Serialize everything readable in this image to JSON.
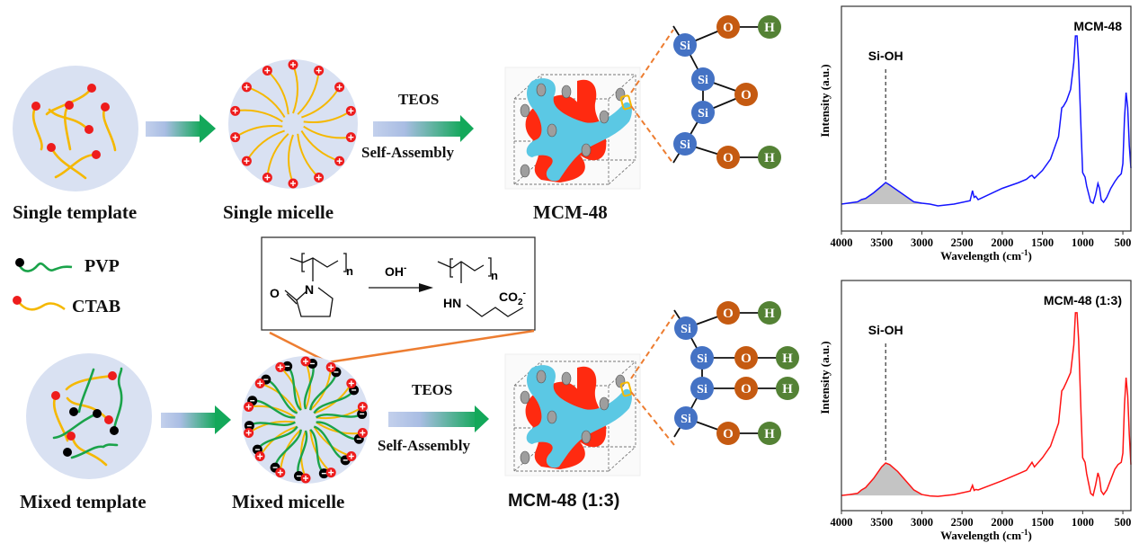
{
  "legend": {
    "items": [
      {
        "label": "PVP",
        "head_color": "#000000",
        "tail_color": "#1aa34a"
      },
      {
        "label": "CTAB",
        "head_color": "#ee1c1c",
        "tail_color": "#f5b800"
      }
    ]
  },
  "rows": [
    {
      "template_label": "Single template",
      "micelle_label": "Single micelle",
      "reagent_label": "TEOS",
      "process_label": "Self-Assembly",
      "product_label": "MCM-48",
      "surface_groups": [
        {
          "atoms": [
            "Si",
            "O",
            "H"
          ]
        },
        {
          "atoms": [
            "Si"
          ]
        },
        {
          "atoms": [
            "Si"
          ]
        },
        {
          "atoms": [
            "Si",
            "O",
            "H"
          ]
        }
      ],
      "bridge_atom": "O"
    },
    {
      "template_label": "Mixed template",
      "micelle_label": "Mixed micelle",
      "reagent_label": "TEOS",
      "process_label": "Self-Assembly",
      "product_label": "MCM-48 (1:3)",
      "surface_groups": [
        {
          "atoms": [
            "Si",
            "O",
            "H"
          ]
        },
        {
          "atoms": [
            "Si",
            "O",
            "H"
          ]
        },
        {
          "atoms": [
            "Si",
            "O",
            "H"
          ]
        },
        {
          "atoms": [
            "Si",
            "O",
            "H"
          ]
        }
      ]
    }
  ],
  "reaction": {
    "reactant_atoms": {
      "O": "O",
      "N": "N",
      "n": "n"
    },
    "reagent": "OH",
    "reagent_charge": "-",
    "product_atoms": {
      "HN": "HN",
      "n": "n",
      "CO2": "CO",
      "CO2_sub": "2",
      "CO2_charge": "-"
    }
  },
  "atom_colors": {
    "Si": "#4472c4",
    "O": "#c55a11",
    "H": "#548235"
  },
  "colors": {
    "micelle_bg": "#d9e1f2",
    "arrow_start": "#b4c6e7",
    "arrow_end": "#13a85a",
    "connector": "#ed7d31",
    "lattice_red": "#ff2a10",
    "lattice_blue": "#5bc8e4",
    "highlight": "#f5b800"
  },
  "chart_data": [
    {
      "type": "line",
      "title": "",
      "series": [
        {
          "name": "MCM-48",
          "color": "#1414ff",
          "x": [
            4000,
            3900,
            3800,
            3750,
            3700,
            3600,
            3500,
            3450,
            3400,
            3300,
            3200,
            3100,
            3000,
            2900,
            2800,
            2600,
            2400,
            2370,
            2350,
            2330,
            2300,
            2000,
            1800,
            1700,
            1650,
            1630,
            1600,
            1500,
            1400,
            1300,
            1260,
            1240,
            1200,
            1150,
            1110,
            1090,
            1070,
            1050,
            1020,
            1000,
            970,
            950,
            900,
            870,
            840,
            810,
            790,
            770,
            740,
            700,
            650,
            600,
            560,
            520,
            500,
            480,
            460,
            440,
            420,
            400
          ],
          "y": [
            0.12,
            0.125,
            0.13,
            0.14,
            0.145,
            0.17,
            0.2,
            0.216,
            0.205,
            0.18,
            0.155,
            0.13,
            0.124,
            0.12,
            0.112,
            0.12,
            0.135,
            0.18,
            0.15,
            0.155,
            0.14,
            0.19,
            0.215,
            0.23,
            0.245,
            0.248,
            0.235,
            0.27,
            0.32,
            0.42,
            0.548,
            0.555,
            0.58,
            0.63,
            0.75,
            0.868,
            0.868,
            0.75,
            0.45,
            0.26,
            0.24,
            0.2,
            0.13,
            0.124,
            0.16,
            0.212,
            0.19,
            0.14,
            0.128,
            0.15,
            0.19,
            0.22,
            0.24,
            0.255,
            0.3,
            0.5,
            0.616,
            0.55,
            0.38,
            0.28
          ]
        }
      ],
      "shaded_peak": {
        "label": "Si-OH",
        "x_range": [
          4000,
          3000
        ],
        "peak_x": 3450
      },
      "annotations": [
        {
          "text": "Si-OH",
          "x": 3450
        },
        {
          "text": "MCM-48",
          "position": "top-right"
        }
      ],
      "xlabel": "Wavelength (cm",
      "xlabel_sup": "-1",
      "xlabel_end": ")",
      "ylabel": "Intensity (a.u.)",
      "xlim": [
        4000,
        400
      ],
      "ylim": [
        0,
        1
      ],
      "xticks": [
        4000,
        3500,
        3000,
        2500,
        2000,
        1500,
        1000,
        500
      ],
      "grid": false
    },
    {
      "type": "line",
      "title": "",
      "series": [
        {
          "name": "MCM-48 (1:3)",
          "color": "#ff1414",
          "x": [
            4000,
            3900,
            3800,
            3750,
            3700,
            3600,
            3500,
            3450,
            3400,
            3300,
            3200,
            3100,
            3000,
            2900,
            2800,
            2600,
            2400,
            2370,
            2350,
            2330,
            2300,
            2000,
            1800,
            1700,
            1650,
            1630,
            1600,
            1500,
            1400,
            1300,
            1260,
            1240,
            1200,
            1150,
            1110,
            1090,
            1070,
            1050,
            1020,
            1000,
            970,
            950,
            900,
            870,
            840,
            810,
            790,
            770,
            740,
            700,
            650,
            600,
            560,
            520,
            500,
            480,
            460,
            440,
            420,
            400
          ],
          "y": [
            0.066,
            0.07,
            0.075,
            0.09,
            0.1,
            0.14,
            0.19,
            0.207,
            0.2,
            0.17,
            0.13,
            0.09,
            0.07,
            0.064,
            0.062,
            0.07,
            0.085,
            0.11,
            0.088,
            0.092,
            0.09,
            0.13,
            0.16,
            0.175,
            0.2,
            0.21,
            0.19,
            0.23,
            0.28,
            0.38,
            0.52,
            0.53,
            0.56,
            0.6,
            0.72,
            0.86,
            0.86,
            0.74,
            0.42,
            0.23,
            0.21,
            0.16,
            0.075,
            0.066,
            0.11,
            0.164,
            0.14,
            0.085,
            0.07,
            0.09,
            0.135,
            0.18,
            0.2,
            0.21,
            0.25,
            0.46,
            0.578,
            0.5,
            0.33,
            0.2
          ]
        }
      ],
      "shaded_peak": {
        "label": "Si-OH",
        "x_range": [
          4000,
          3000
        ],
        "peak_x": 3450
      },
      "annotations": [
        {
          "text": "Si-OH",
          "x": 3450
        },
        {
          "text": "MCM-48 (1:3)",
          "position": "top-right"
        }
      ],
      "xlabel": "Wavelength (cm",
      "xlabel_sup": "-1",
      "xlabel_end": ")",
      "ylabel": "Intensity (a.u.)",
      "xlim": [
        4000,
        400
      ],
      "ylim": [
        0,
        1
      ],
      "xticks": [
        4000,
        3500,
        3000,
        2500,
        2000,
        1500,
        1000,
        500
      ],
      "grid": false
    }
  ]
}
